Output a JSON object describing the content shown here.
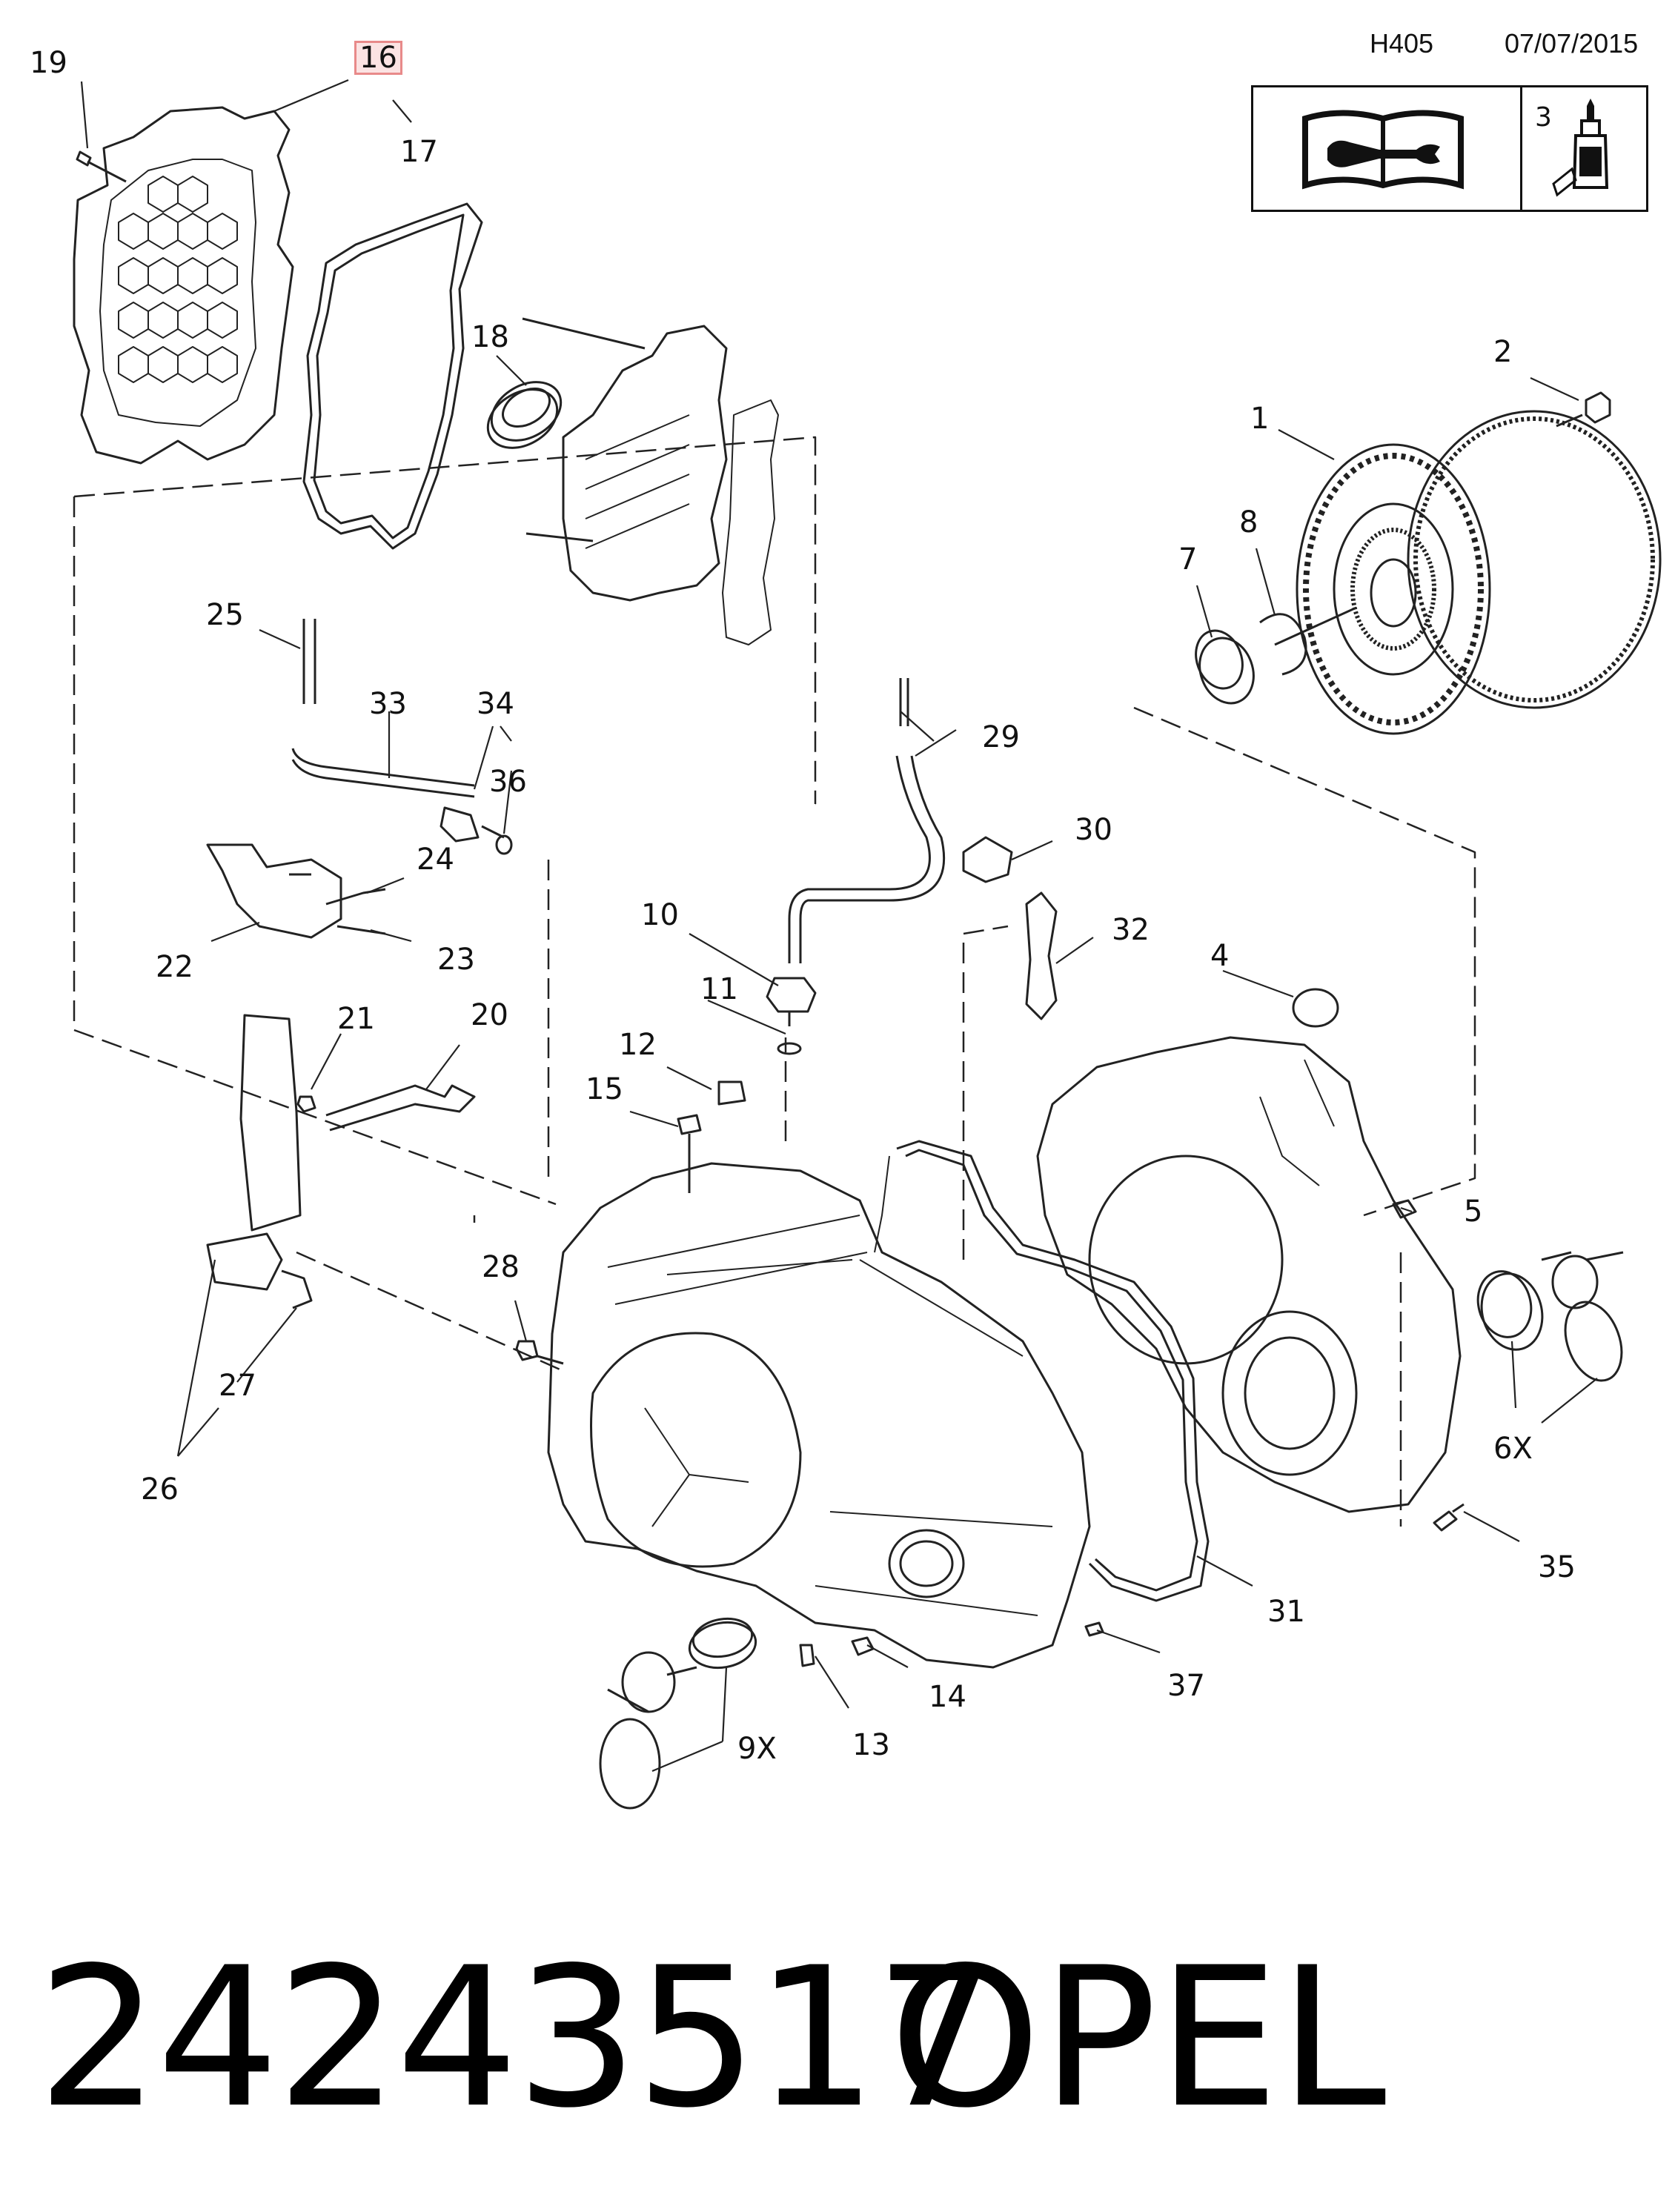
{
  "header": {
    "code": "H405",
    "date": "07/07/2015"
  },
  "legend": {
    "adhesive_number": "3",
    "manual_icon": "book-wrench-icon",
    "adhesive_icon": "adhesive-bottle-icon"
  },
  "highlighted_callout": "16",
  "callouts": [
    "19",
    "16",
    "17",
    "18",
    "25",
    "33",
    "34",
    "36",
    "24",
    "22",
    "23",
    "21",
    "20",
    "10",
    "11",
    "12",
    "15",
    "29",
    "30",
    "32",
    "4",
    "1",
    "2",
    "7",
    "8",
    "5",
    "6X",
    "35",
    "28",
    "27",
    "26",
    "31",
    "37",
    "14",
    "13",
    "9X"
  ],
  "part_number": "24243517",
  "brand": "OPEL",
  "colors": {
    "line": "#222222",
    "highlight_border": "#e88a8a",
    "highlight_fill": "#fbe3e3"
  }
}
